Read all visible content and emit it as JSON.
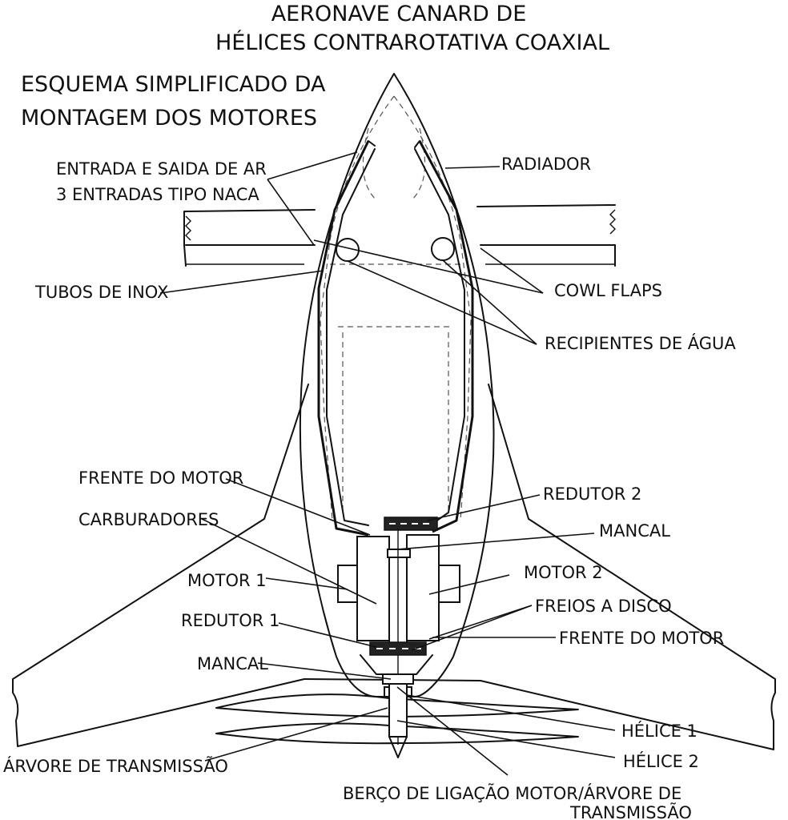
{
  "title": {
    "line1": "AERONAVE CANARD DE",
    "line2": "HÉLICES CONTRAROTATIVA COAXIAL"
  },
  "subtitle": {
    "line1": "ESQUEMA SIMPLIFICADO DA",
    "line2": "MONTAGEM DOS MOTORES"
  },
  "labels": {
    "air_intake_1": "ENTRADA E SAIDA DE AR",
    "air_intake_2": "3 ENTRADAS TIPO NACA",
    "radiator": "RADIADOR",
    "stainless_tubes": "TUBOS DE INOX",
    "cowl_flaps": "COWL FLAPS",
    "water_tanks": "RECIPIENTES DE ÁGUA",
    "engine_front_left": "FRENTE DO MOTOR",
    "reducer_2": "REDUTOR 2",
    "carburetors": "CARBURADORES",
    "bearing_top": "MANCAL",
    "motor_1": "MOTOR 1",
    "motor_2": "MOTOR 2",
    "reducer_1": "REDUTOR 1",
    "disc_brakes": "FREIOS A DISCO",
    "engine_front_right": "FRENTE DO MOTOR",
    "bearing_bottom": "MANCAL",
    "propeller_1": "HÉLICE 1",
    "propeller_2": "HÉLICE 2",
    "drive_shaft": "ÁRVORE DE TRANSMISSÃO",
    "cradle_1": "BERÇO DE LIGAÇÃO MOTOR/ÁRVORE DE",
    "cradle_2": "TRANSMISSÃO"
  }
}
